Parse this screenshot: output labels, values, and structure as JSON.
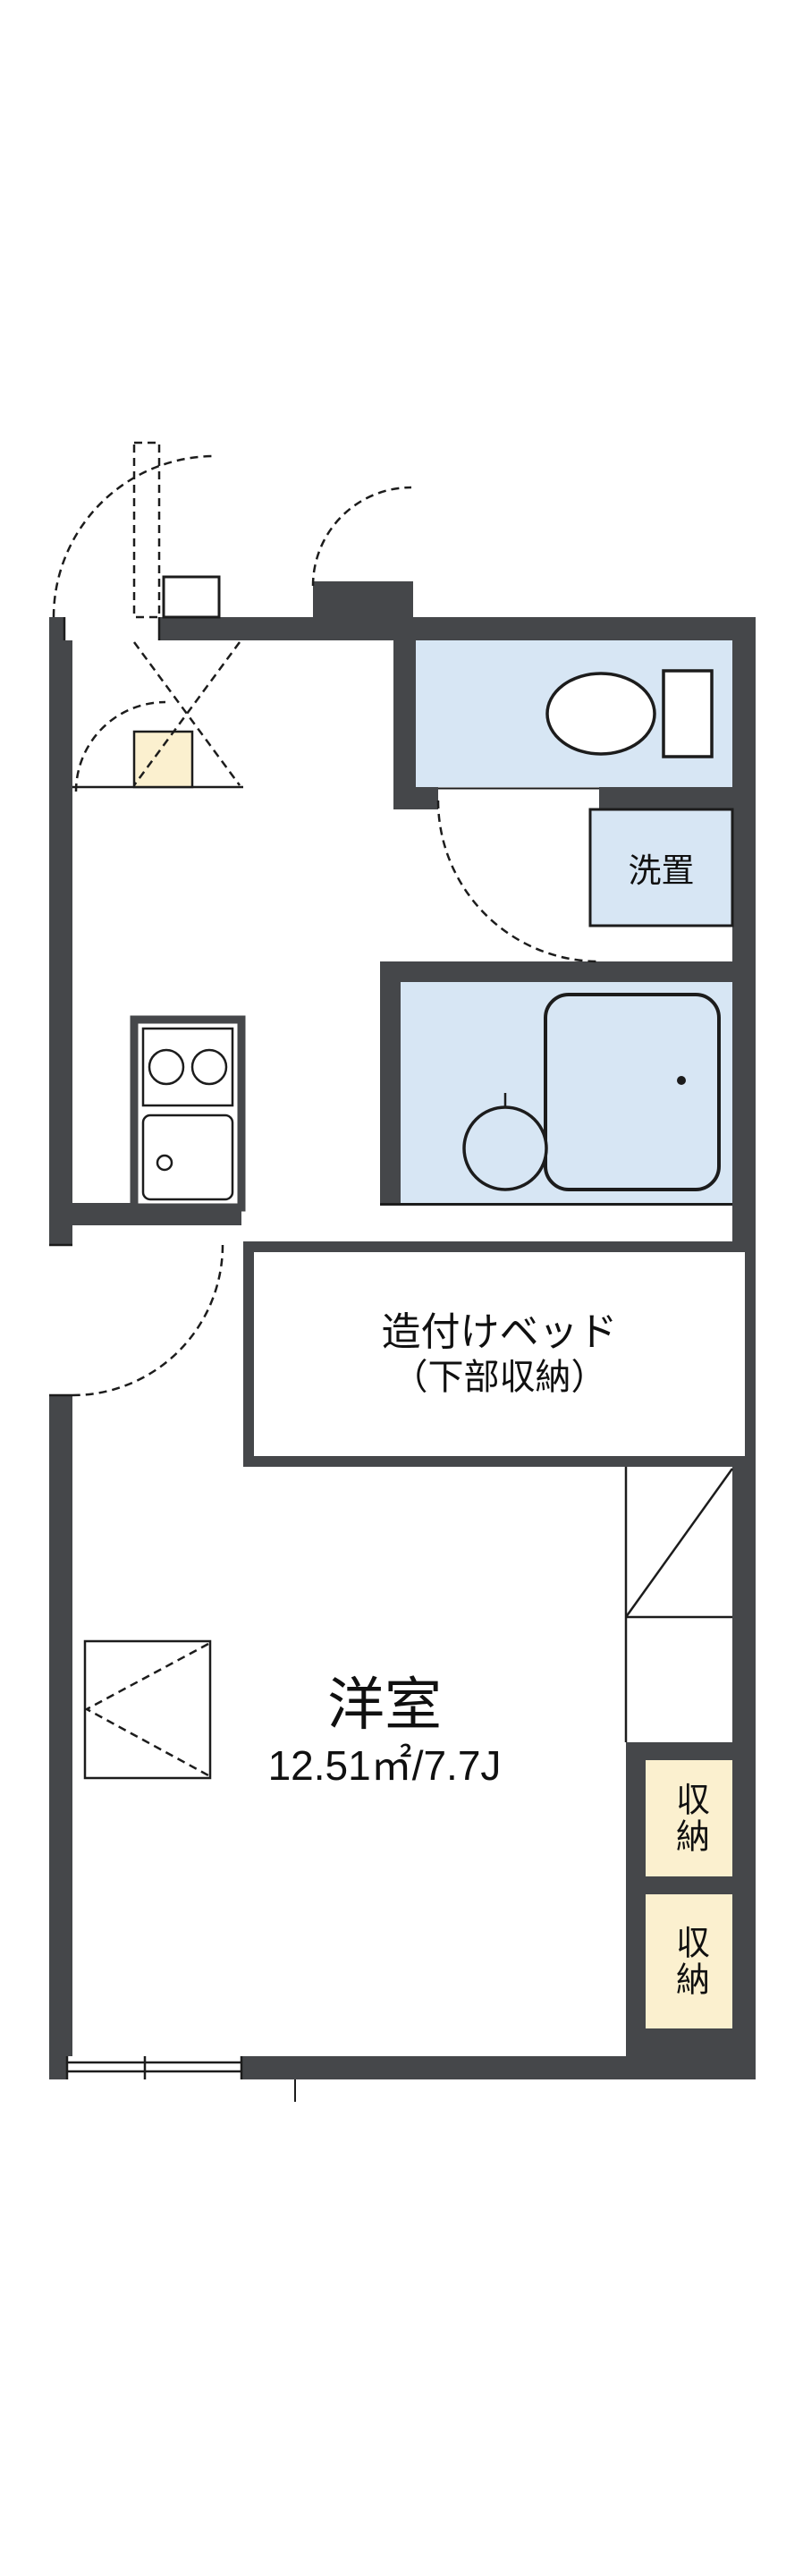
{
  "floorplan": {
    "labels": {
      "washer_space": "洗置",
      "bed_line1": "造付けベッド",
      "bed_line2": "（下部収納）",
      "room_name": "洋室",
      "room_size": "12.51㎡/7.7J",
      "storage_upper": "収納",
      "storage_lower": "収納"
    },
    "colors": {
      "wall": "#45474a",
      "water_area": "#d7e6f4",
      "storage_fill": "#fbf0cf",
      "line": "#1c1c1c"
    }
  }
}
